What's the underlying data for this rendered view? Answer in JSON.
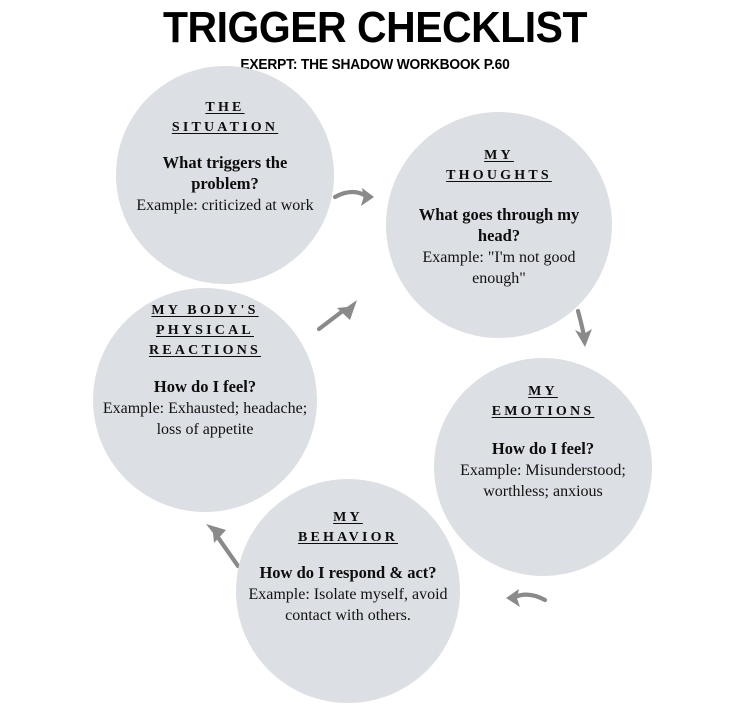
{
  "header": {
    "title": "TRIGGER CHECKLIST",
    "subtitle": "EXERPT: THE SHADOW WORKBOOK P.60"
  },
  "theme": {
    "background": "#ffffff",
    "circle_fill": "#dcdfe3",
    "text_color": "#111111",
    "arrow_color": "#8a8a8a"
  },
  "nodes": [
    {
      "id": "situation",
      "heading": "THE\nSITUATION",
      "question": "What triggers the problem?",
      "example": "Example: criticized at work"
    },
    {
      "id": "thoughts",
      "heading": "MY\nTHOUGHTS",
      "question": "What goes through my head?",
      "example": "Example: \"I'm not good enough\""
    },
    {
      "id": "body",
      "heading": "MY BODY'S\nPHYSICAL\nREACTIONS",
      "question": "How do I feel?",
      "example": "Example: Exhausted; headache; loss of appetite"
    },
    {
      "id": "emotions",
      "heading": "MY\nEMOTIONS",
      "question": "How do I feel?",
      "example": "Example: Misunderstood; worthless; anxious"
    },
    {
      "id": "behavior",
      "heading": "MY\nBEHAVIOR",
      "question": "How do I respond & act?",
      "example": "Example: Isolate myself, avoid contact with others."
    }
  ],
  "arrows": [
    {
      "id": "situation-to-thoughts",
      "direction": "right"
    },
    {
      "id": "thoughts-to-emotions",
      "direction": "down"
    },
    {
      "id": "emotions-to-behavior",
      "direction": "left"
    },
    {
      "id": "behavior-to-body",
      "direction": "up-left"
    },
    {
      "id": "body-to-thoughts",
      "direction": "up-right"
    }
  ]
}
